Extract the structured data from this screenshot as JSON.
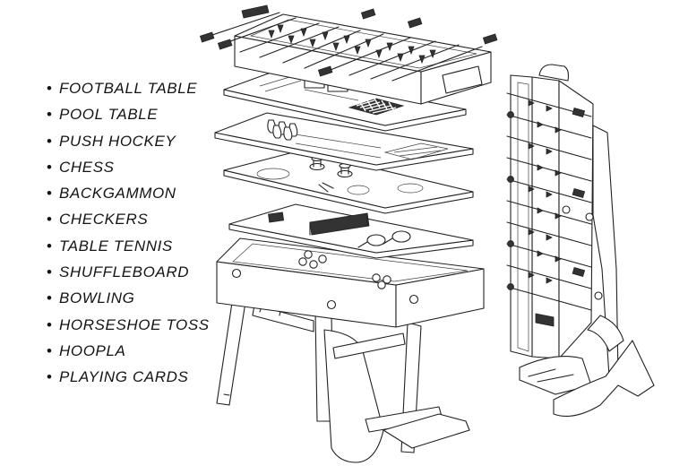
{
  "games": [
    "FOOTBALL TABLE",
    "POOL TABLE",
    "PUSH HOCKEY",
    "CHESS",
    "BACKGAMMON",
    "CHECKERS",
    "TABLE TENNIS",
    "SHUFFLEBOARD",
    "BOWLING",
    "HORSESHOE TOSS",
    "HOOPLA",
    "PLAYING CARDS"
  ],
  "bullet": "•",
  "icons": {
    "exploded_table": "multi-game-table-exploded-illustration",
    "folded_table": "folded-upright-table-illustration"
  },
  "colors": {
    "text": "#141414",
    "line": "#222222",
    "background": "#ffffff"
  }
}
